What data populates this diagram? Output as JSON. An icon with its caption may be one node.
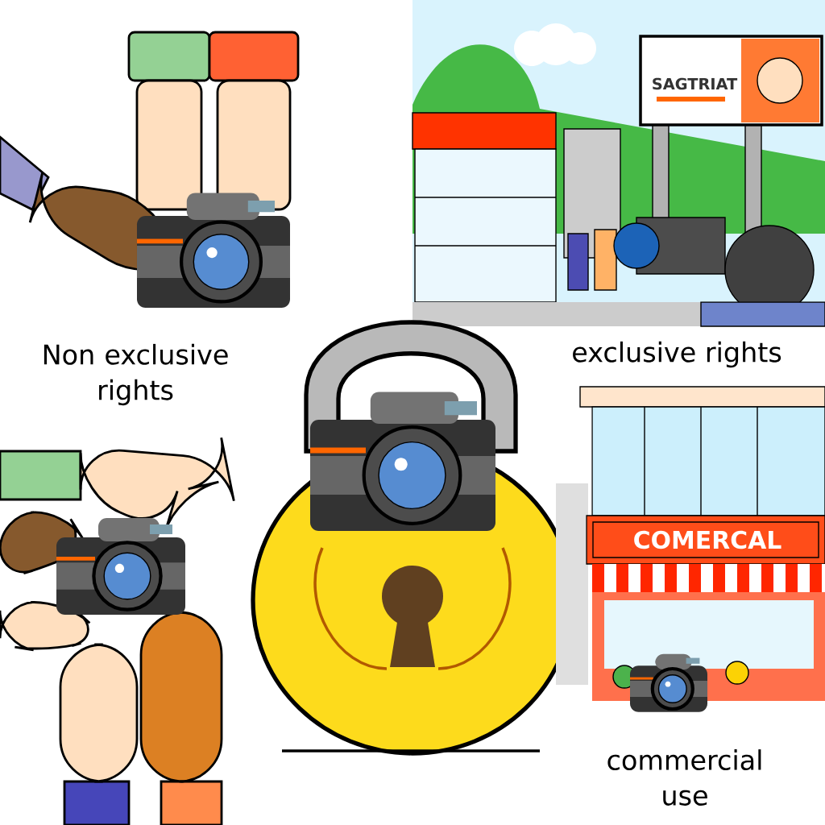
{
  "diagram": {
    "labels": [
      "SAGTRIAT",
      "Non exclusive rights",
      "exclusive rights",
      "COMERCAL",
      "commercial use"
    ]
  }
}
